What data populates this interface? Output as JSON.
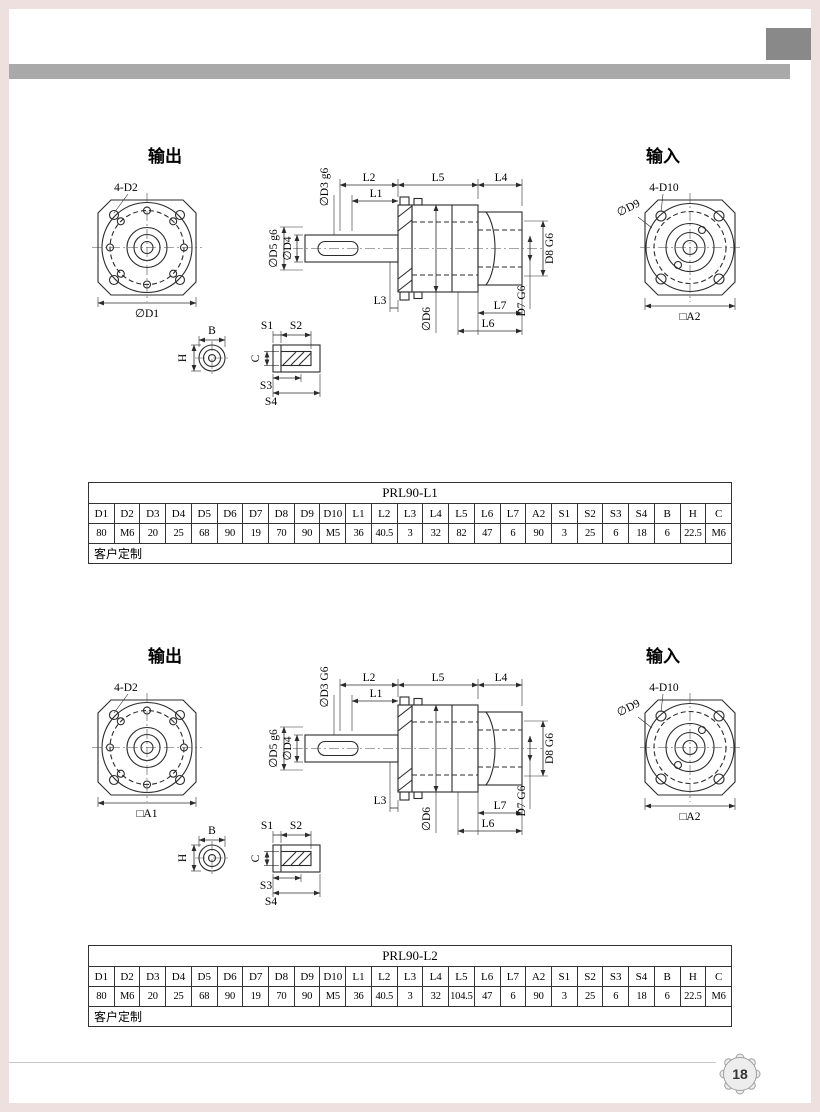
{
  "page": {
    "number": "18",
    "colors": {
      "frame": "#efe0e0",
      "top_bar": "#a9a9a9",
      "corner_block": "#898989",
      "drawing_line": "#2b2b2b"
    }
  },
  "sections": [
    {
      "output_label": "输出",
      "input_label": "输入",
      "drawing": {
        "front_holes": "4-D2",
        "front_bottom": "∅D1",
        "input_holes": "4-D10",
        "input_dia": "∅D9",
        "input_bottom": "□A2",
        "dims": {
          "L1": "L1",
          "L2": "L2",
          "L3": "L3",
          "L4": "L4",
          "L5": "L5",
          "L6": "L6",
          "L7": "L7",
          "D3": "∅D3 g6",
          "D4": "∅D4",
          "D5": "∅D5 g6",
          "D6": "∅D6",
          "D7": "D7 G6",
          "D8": "D8 G6",
          "B": "B",
          "H": "H",
          "C": "C",
          "S1": "S1",
          "S2": "S2",
          "S3": "S3",
          "S4": "S4"
        }
      },
      "table": {
        "title": "PRL90-L1",
        "headers": [
          "D1",
          "D2",
          "D3",
          "D4",
          "D5",
          "D6",
          "D7",
          "D8",
          "D9",
          "D10",
          "L1",
          "L2",
          "L3",
          "L4",
          "L5",
          "L6",
          "L7",
          "A2",
          "S1",
          "S2",
          "S3",
          "S4",
          "B",
          "H",
          "C"
        ],
        "values": [
          "80",
          "M6",
          "20",
          "25",
          "68",
          "90",
          "19",
          "70",
          "90",
          "M5",
          "36",
          "40.5",
          "3",
          "32",
          "82",
          "47",
          "6",
          "90",
          "3",
          "25",
          "6",
          "18",
          "6",
          "22.5",
          "M6"
        ],
        "footer": "客户定制"
      }
    },
    {
      "output_label": "输出",
      "input_label": "输入",
      "drawing": {
        "front_holes": "4-D2",
        "front_bottom": "□A1",
        "input_holes": "4-D10",
        "input_dia": "∅D9",
        "input_bottom": "□A2",
        "dims": {
          "L1": "L1",
          "L2": "L2",
          "L3": "L3",
          "L4": "L4",
          "L5": "L5",
          "L6": "L6",
          "L7": "L7",
          "D3": "∅D3 G6",
          "D4": "∅D4",
          "D5": "∅D5 g6",
          "D6": "∅D6",
          "D7": "D7 G6",
          "D8": "D8 G6",
          "B": "B",
          "H": "H",
          "C": "C",
          "S1": "S1",
          "S2": "S2",
          "S3": "S3",
          "S4": "S4"
        }
      },
      "table": {
        "title": "PRL90-L2",
        "headers": [
          "D1",
          "D2",
          "D3",
          "D4",
          "D5",
          "D6",
          "D7",
          "D8",
          "D9",
          "D10",
          "L1",
          "L2",
          "L3",
          "L4",
          "L5",
          "L6",
          "L7",
          "A2",
          "S1",
          "S2",
          "S3",
          "S4",
          "B",
          "H",
          "C"
        ],
        "values": [
          "80",
          "M6",
          "20",
          "25",
          "68",
          "90",
          "19",
          "70",
          "90",
          "M5",
          "36",
          "40.5",
          "3",
          "32",
          "104.5",
          "47",
          "6",
          "90",
          "3",
          "25",
          "6",
          "18",
          "6",
          "22.5",
          "M6"
        ],
        "footer": "客户定制"
      }
    }
  ]
}
